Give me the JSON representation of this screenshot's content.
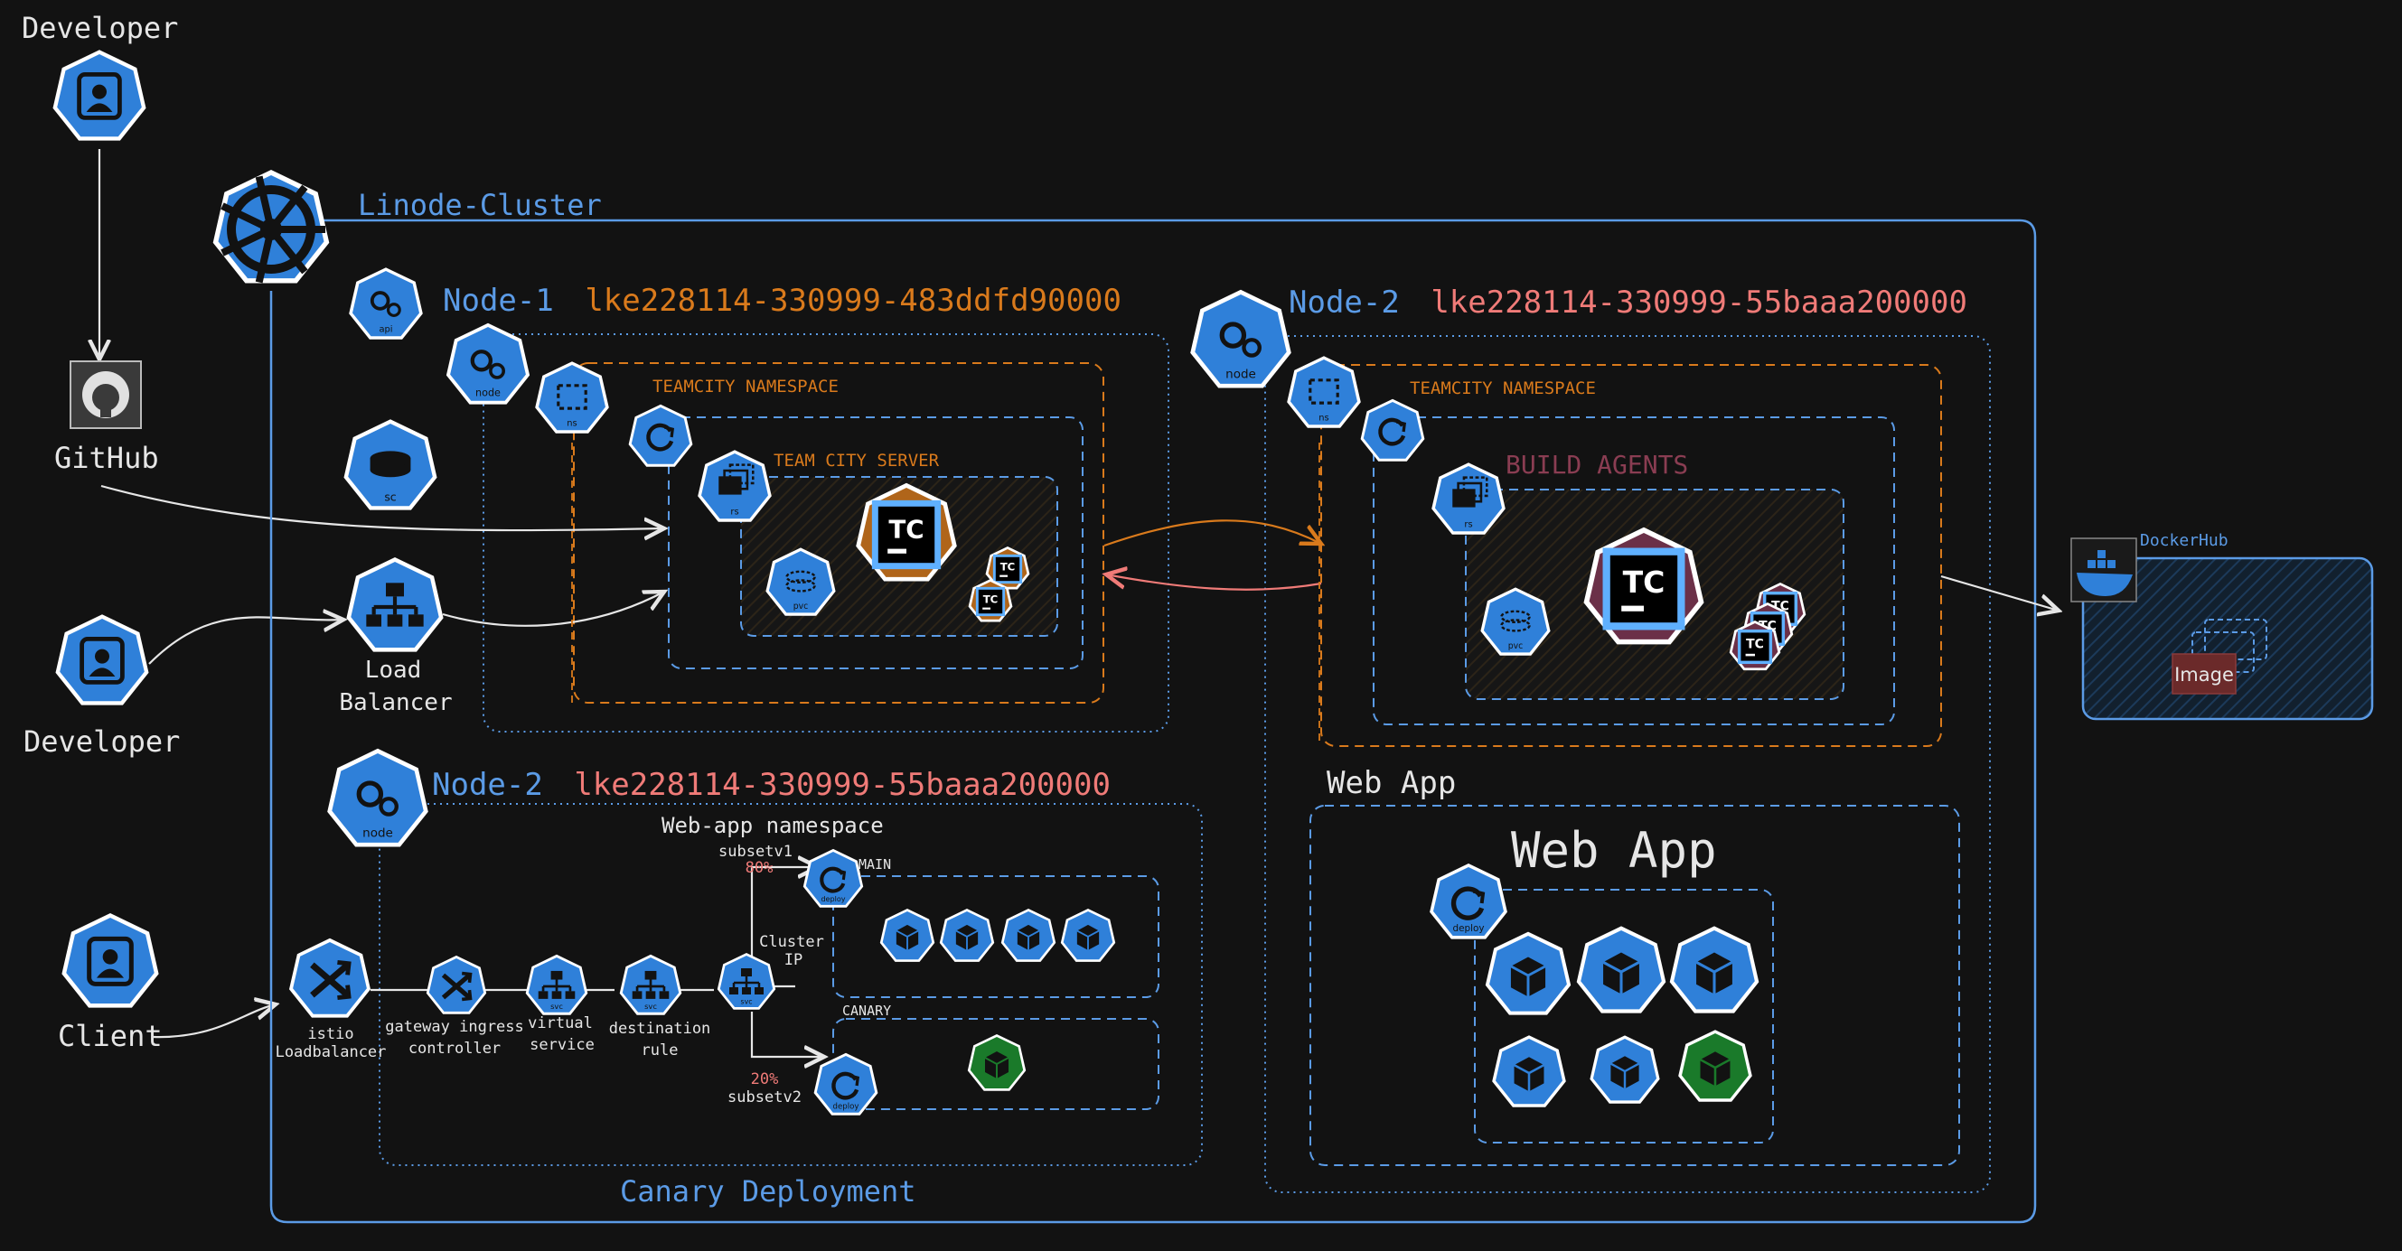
{
  "colors": {
    "background": "#121212",
    "k8s_blue": "#2f80d9",
    "line_blue": "#5b9be6",
    "orange": "#d97a1c",
    "salmon": "#f07b78",
    "white": "#e6e6e6",
    "green": "#1a7a2a",
    "tc_brown": "#b0651a",
    "tc_plum": "#6b3048"
  },
  "actors": {
    "developer_top": "Developer",
    "developer_mid": "Developer",
    "client": "Client",
    "github": "GitHub",
    "load_balancer_1": "Load",
    "load_balancer_2": "Balancer"
  },
  "cluster": {
    "title": "Linode-Cluster",
    "canary_caption": "Canary Deployment"
  },
  "node1": {
    "prefix": "Node-1",
    "id": "lke228114-330999-483ddfd90000",
    "namespace": "TEAMCITY NAMESPACE",
    "server": "TEAM CITY SERVER"
  },
  "node2_top": {
    "prefix": "Node-2",
    "id": "lke228114-330999-55baaa200000",
    "namespace": "TEAMCITY NAMESPACE",
    "agents": "BUILD AGENTS"
  },
  "node2_bottom": {
    "prefix": "Node-2",
    "id": "lke228114-330999-55baaa200000",
    "namespace": "Web-app namespace",
    "subset1": "subsetv1",
    "pct1": "80%",
    "subset2": "subsetv2",
    "pct2": "20%",
    "main": "MAIN",
    "canary": "CANARY",
    "cluster_ip_1": "Cluster",
    "cluster_ip_2": "IP",
    "istio_1": "istio",
    "istio_2": "Loadbalancer",
    "gateway_1": "gateway ingress",
    "gateway_2": "controller",
    "vs_1": "virtual",
    "vs_2": "service",
    "dr_1": "destination",
    "dr_2": "rule"
  },
  "webapp": {
    "label": "Web App",
    "title": "Web App"
  },
  "dockerhub": {
    "label": "DockerHub",
    "image": "Image"
  },
  "icon_labels": {
    "api": "api",
    "node": "node",
    "ns": "ns",
    "sc": "sc",
    "rs": "rs",
    "pvc": "pvc",
    "deploy": "deploy",
    "svc": "svc",
    "tc": "TC"
  }
}
